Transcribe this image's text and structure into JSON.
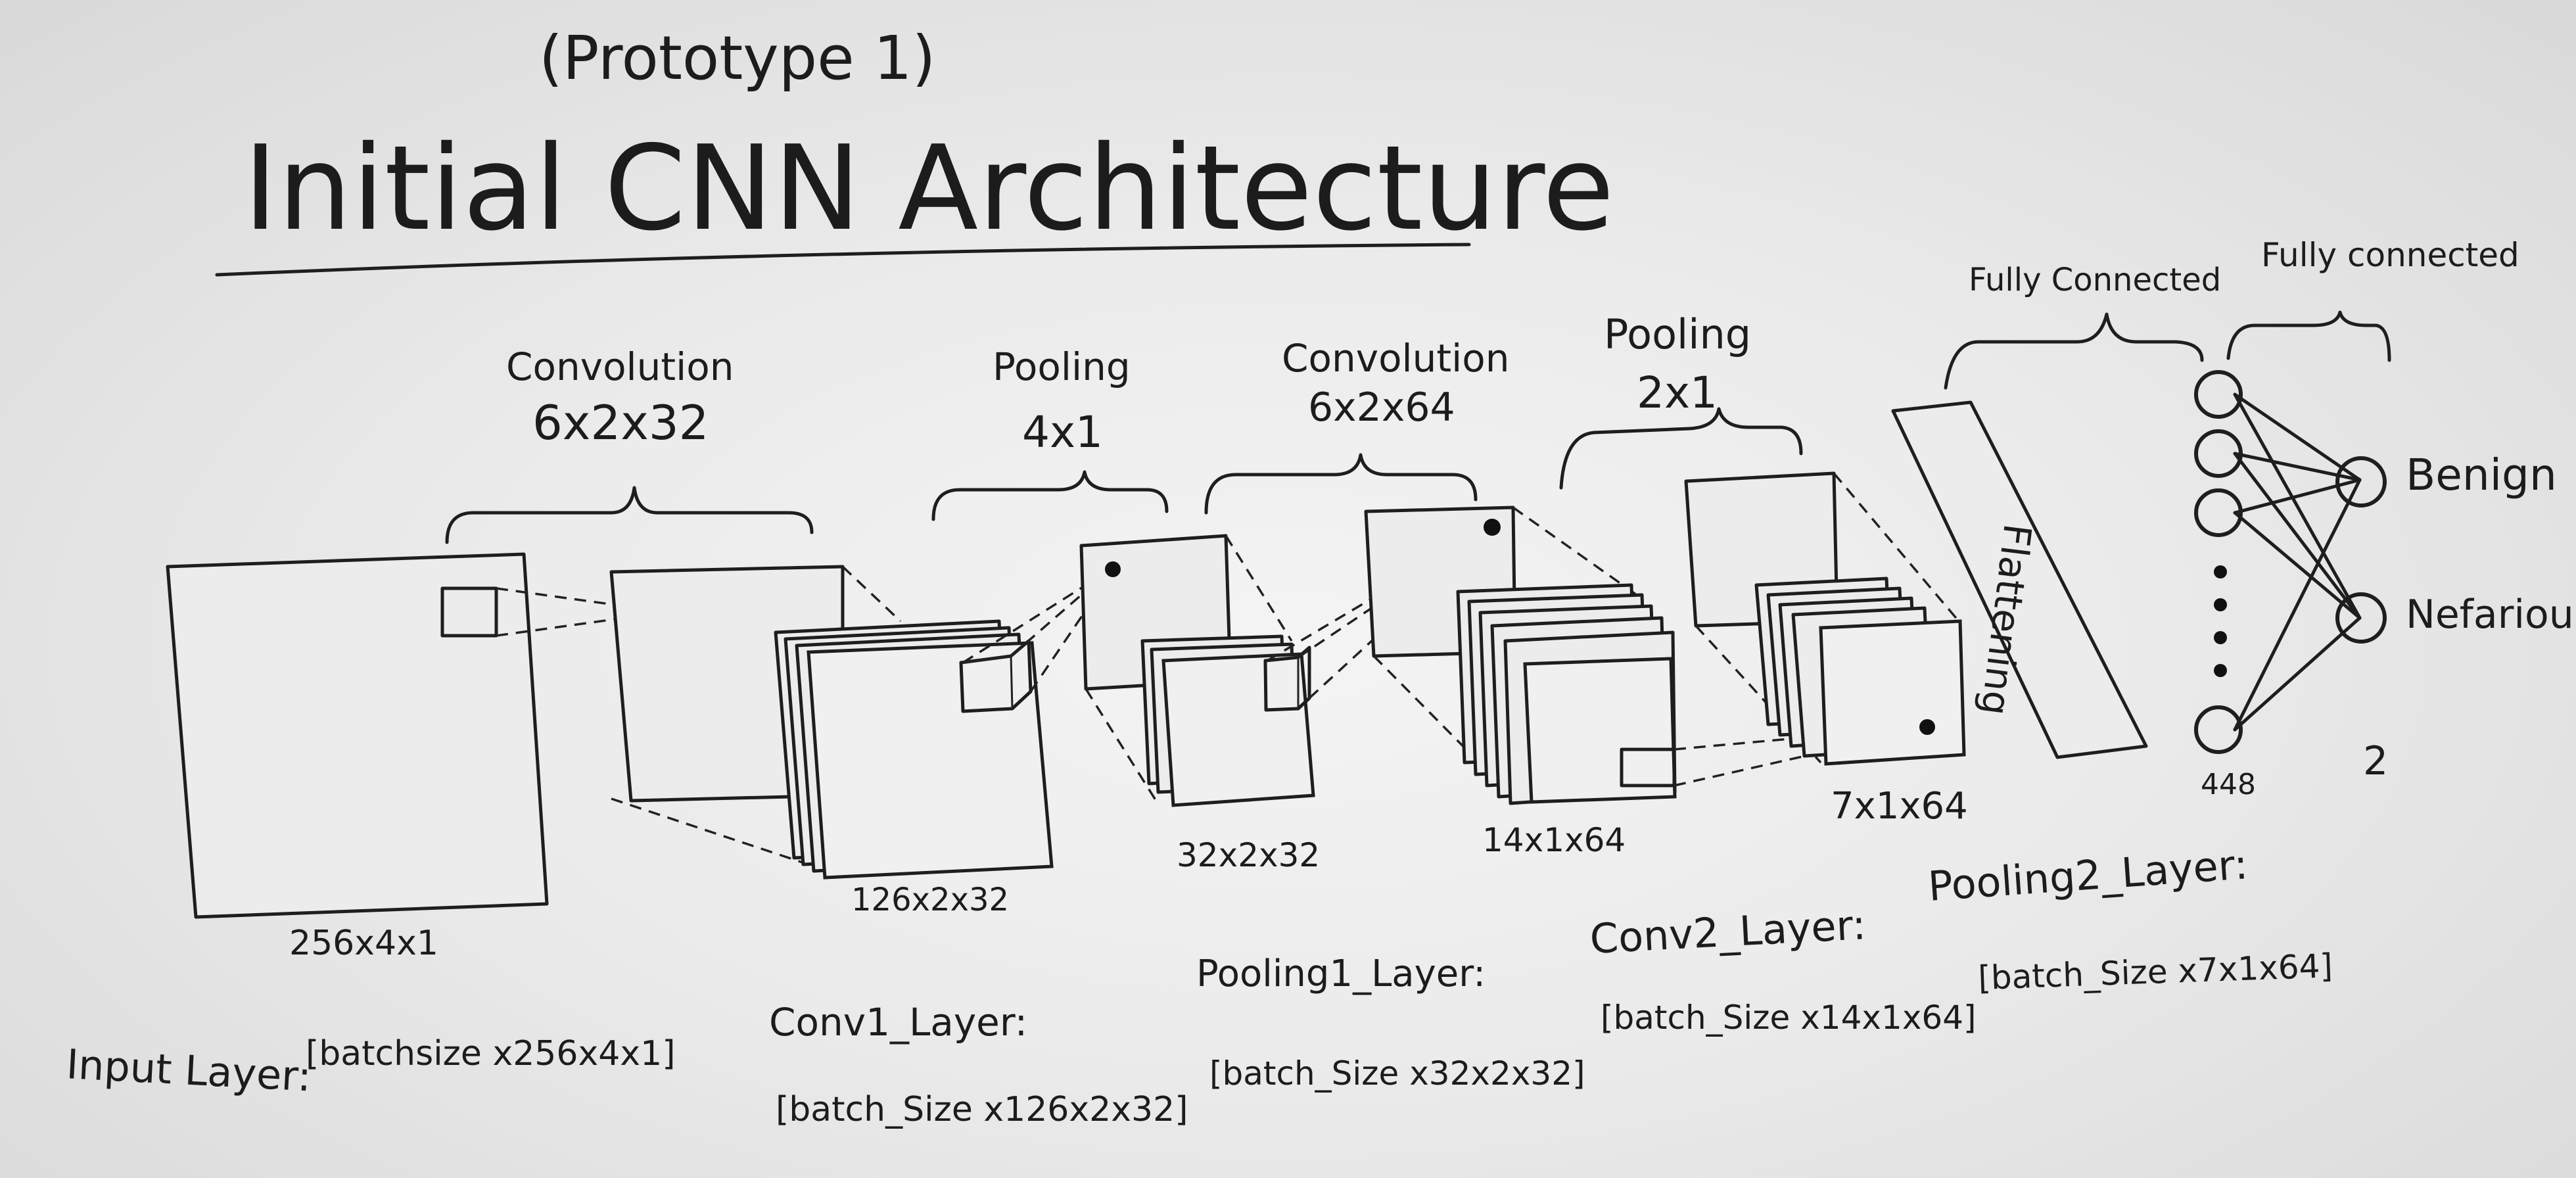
{
  "header": {
    "subtitle": "(Prototype 1)",
    "title": "Initial CNN Architecture"
  },
  "stages": {
    "conv1": {
      "name": "Convolution",
      "size": "6x2x32"
    },
    "pool1": {
      "name": "Pooling",
      "size": "4x1"
    },
    "conv2": {
      "name": "Convolution",
      "size": "6x2x64"
    },
    "pool2": {
      "name": "Pooling",
      "size": "2x1"
    },
    "fc1": {
      "name": "Fully Connected"
    },
    "fc2": {
      "name": "Fully connected"
    }
  },
  "volumes": {
    "input": "256x4x1",
    "conv1": "126x2x32",
    "pool1": "32x2x32",
    "conv2": "14x1x64",
    "pool2": "7x1x64"
  },
  "flatten_label": "Flattening",
  "network": {
    "hidden_count": "448",
    "output_count": "2",
    "outputs": [
      "Benign",
      "Nefarious"
    ]
  },
  "layer_shapes": {
    "input": {
      "name": "Input Layer:",
      "shape": "[batchsize x256x4x1]"
    },
    "conv1": {
      "name": "Conv1_Layer:",
      "shape": "[batch_Size x126x2x32]"
    },
    "pool1": {
      "name": "Pooling1_Layer:",
      "shape": "[batch_Size x32x2x32]"
    },
    "conv2": {
      "name": "Conv2_Layer:",
      "shape": "[batch_Size x14x1x64]"
    },
    "pool2": {
      "name": "Pooling2_Layer:",
      "shape": "[batch_Size x7x1x64]"
    }
  },
  "colors": {
    "ink": "#1e1e1e",
    "board": "#eeeeee"
  }
}
